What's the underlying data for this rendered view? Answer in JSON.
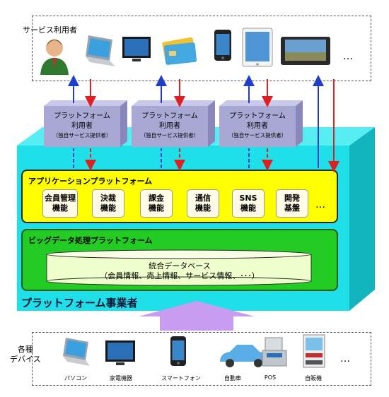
{
  "service_users": {
    "label": "サービス利用者",
    "ellipsis": "…"
  },
  "platform_users": [
    {
      "title": "プラットフォーム\n利用者",
      "sub": "（独自サービス提供者）"
    },
    {
      "title": "プラットフォーム\n利用者",
      "sub": "（独自サービス提供者）"
    },
    {
      "title": "プラットフォーム\n利用者",
      "sub": "（独自サービス提供者）"
    }
  ],
  "app_platform": {
    "title": "アプリケーションプラットフォーム",
    "functions": [
      "会員管理\n機能",
      "決裁\n機能",
      "課金\n機能",
      "通信\n機能",
      "SNS\n機能",
      "開発\n基盤"
    ],
    "ellipsis": "…"
  },
  "bigdata_platform": {
    "title": "ビッグデータ処理プラットフォーム",
    "db_line1": "統合データベース",
    "db_line2": "（会員情報、売上情報、サービス情報、･･･）"
  },
  "operator_label": "プラットフォーム事業者",
  "devices": {
    "label": "各種\nデバイス",
    "items": [
      "パソコン",
      "家電機器",
      "スマートフォン",
      "自動車",
      "POS",
      "自販機"
    ],
    "ellipsis": "…"
  },
  "colors": {
    "cyan": "#1fe0e8",
    "cyan_dark": "#14b9c2",
    "yellow": "#ffff00",
    "green": "#22cc22",
    "lavender": "#a9a7d4",
    "arrow_blue": "#1f3dcc",
    "arrow_red": "#e02020",
    "big_arrow": "#c89cf0"
  }
}
